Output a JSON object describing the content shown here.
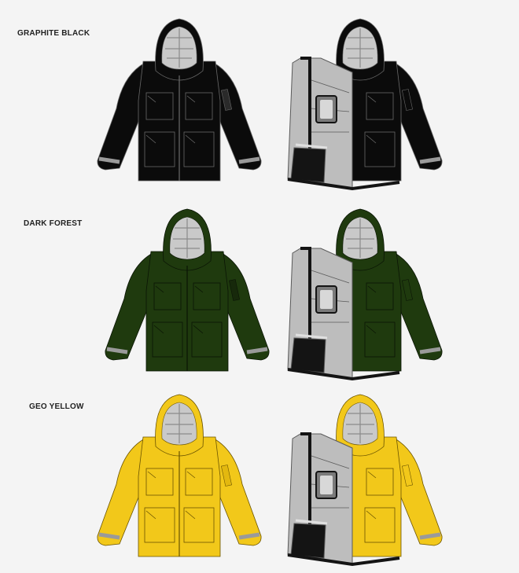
{
  "colorways": [
    {
      "label": "GRAPHITE BLACK",
      "body_color": "#0b0b0b",
      "trim_color": "#2a2a2a",
      "line_color": "#6a6a6a"
    },
    {
      "label": "DARK FOREST",
      "body_color": "#1f3a0e",
      "trim_color": "#17290b",
      "line_color": "#0a1405"
    },
    {
      "label": "GEO YELLOW",
      "body_color": "#f2c81a",
      "trim_color": "#e3b80f",
      "line_color": "#6a5300"
    }
  ],
  "colors": {
    "lining": "#bdbdbd",
    "lining_line": "#5a5a5a",
    "hood_inner": "#c9c9c9",
    "reflective": "#9a9a9a",
    "panel_dark": "#141414"
  }
}
